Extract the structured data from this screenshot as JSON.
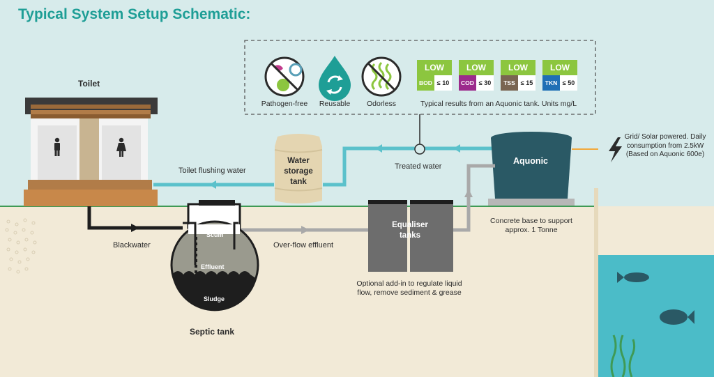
{
  "title": "Typical System Setup Schematic:",
  "benefits": [
    {
      "icon": "pathogen-free-icon",
      "label": "Pathogen-free"
    },
    {
      "icon": "reusable-icon",
      "label": "Reusable"
    },
    {
      "icon": "odorless-icon",
      "label": "Odorless"
    }
  ],
  "results": {
    "caption": "Typical results from an Aquonic tank. Units mg/L",
    "badges": [
      {
        "level": "LOW",
        "code": "BOD",
        "value": "≤ 10",
        "color": "#8cc63f",
        "code_color": "#8cc63f"
      },
      {
        "level": "LOW",
        "code": "COD",
        "value": "≤ 30",
        "color": "#8cc63f",
        "code_color": "#9c2a8c"
      },
      {
        "level": "LOW",
        "code": "TSS",
        "value": "≤ 15",
        "color": "#8cc63f",
        "code_color": "#7a6552"
      },
      {
        "level": "LOW",
        "code": "TKN",
        "value": "≤ 50",
        "color": "#8cc63f",
        "code_color": "#1f6fb5"
      }
    ]
  },
  "labels": {
    "toilet": "Toilet",
    "toilet_flushing": "Toilet flushing water",
    "water_storage": "Water storage tank",
    "treated_water": "Treated water",
    "aquonic": "Aquonic",
    "power": "Grid/ Solar powered. Daily consumption from 2.5kW (Based on Aquonic 600e)",
    "blackwater": "Blackwater",
    "scum": "Scum",
    "effluent": "Effluent",
    "sludge": "Sludge",
    "septic_tank": "Septic tank",
    "overflow": "Over-flow effluent",
    "equaliser": "Equaliser tanks",
    "equaliser_note": "Optional add-in to regulate liquid flow, remove sediment & grease",
    "concrete_base": "Concrete base to support approx. 1 Tonne"
  },
  "colors": {
    "sky": "#d7ebeb",
    "ground": "#f2ead7",
    "title": "#1e9e96",
    "water_pipe": "#5bc1cb",
    "aquonic_tank": "#2a5965",
    "river": "#4bbcc8",
    "badge_low": "#8cc63f"
  }
}
